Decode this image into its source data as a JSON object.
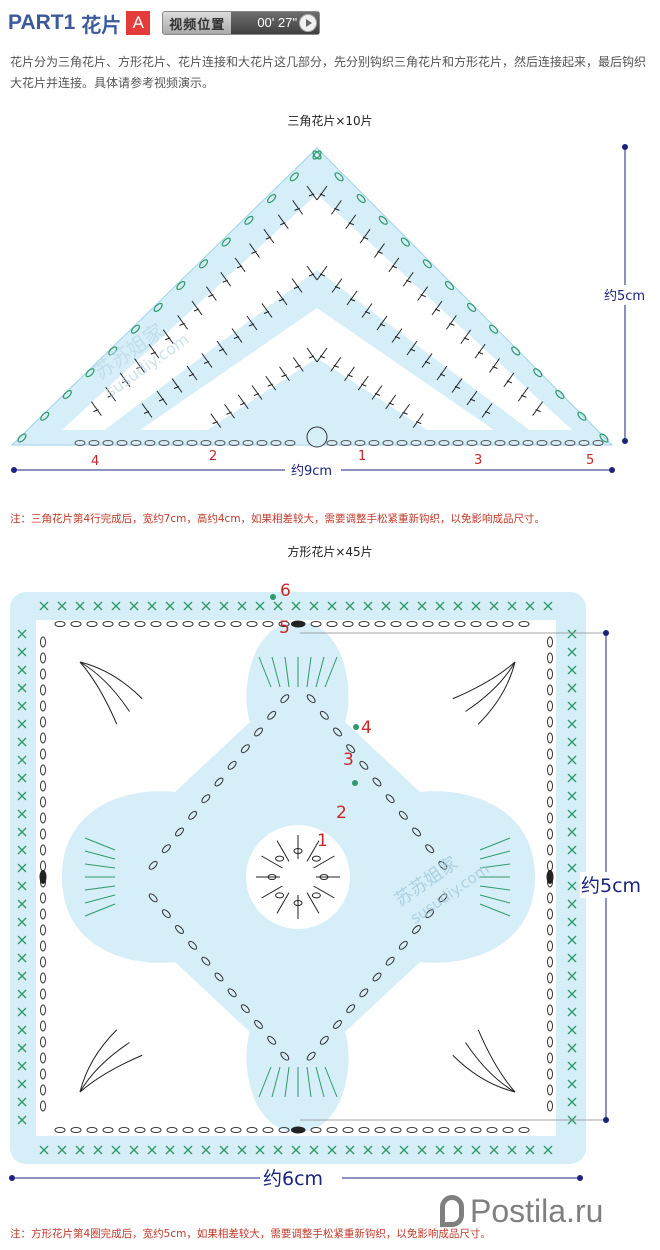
{
  "header": {
    "part": "PART1",
    "title": "花片",
    "badge": "A",
    "video_label": "视频位置",
    "video_time": "00' 27''"
  },
  "intro_text": "花片分为三角花片、方形花片、花片连接和大花片这几部分，先分别钩织三角花片和方形花片，然后连接起来，最后钩织大花片并连接。具体请参考视频演示。",
  "triangle": {
    "caption": "三角花片×10片",
    "width_label": "约9cm",
    "height_label": "约5cm",
    "row_numbers": [
      "1",
      "2",
      "3",
      "4",
      "5"
    ],
    "note": "注：三角花片第4行完成后，宽约7cm，高约4cm，如果相差较大，需要调整手松紧重新钩织，以免影响成品尺寸。"
  },
  "square": {
    "caption": "方形花片×45片",
    "width_label": "约6cm",
    "height_label": "约5cm",
    "round_numbers": [
      "1",
      "2",
      "3",
      "4",
      "5",
      "6"
    ],
    "note": "注：方形花片第4圈完成后，宽约5cm，如果相差较大，需要调整手松紧重新钩织，以免影响成品尺寸。"
  },
  "watermark": "苏苏姐家",
  "watermark_url": "susudiy.com",
  "footer_logo": "Postila.ru",
  "colors": {
    "accent_blue": "#3a5a9a",
    "badge_red": "#e43b3b",
    "fill_cyan": "#d6eef8",
    "stitch_green": "#2e9a6a",
    "measure_navy": "#1a237e",
    "note_red": "#c0392b"
  }
}
